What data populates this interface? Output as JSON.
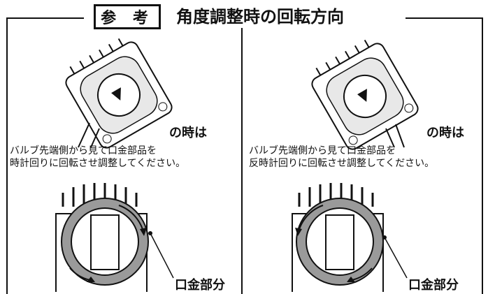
{
  "header": {
    "badge": "参 考",
    "title": "角度調整時の回転方向"
  },
  "panels": [
    {
      "when_label": "の時は",
      "caption_line1": "バルブ先端側から見て口金部品を",
      "caption_line2": "時計回りに回転させ調整してください。",
      "callout": "口金部分",
      "rotation": "clockwise"
    },
    {
      "when_label": "の時は",
      "caption_line1": "バルブ先端側から見て口金部品を",
      "caption_line2": "反時計回りに回転させ調整してください。",
      "callout": "口金部分",
      "rotation": "counterclockwise"
    }
  ],
  "colors": {
    "line": "#111111",
    "ring": "#9a9a9a",
    "fill": "#ffffff"
  }
}
